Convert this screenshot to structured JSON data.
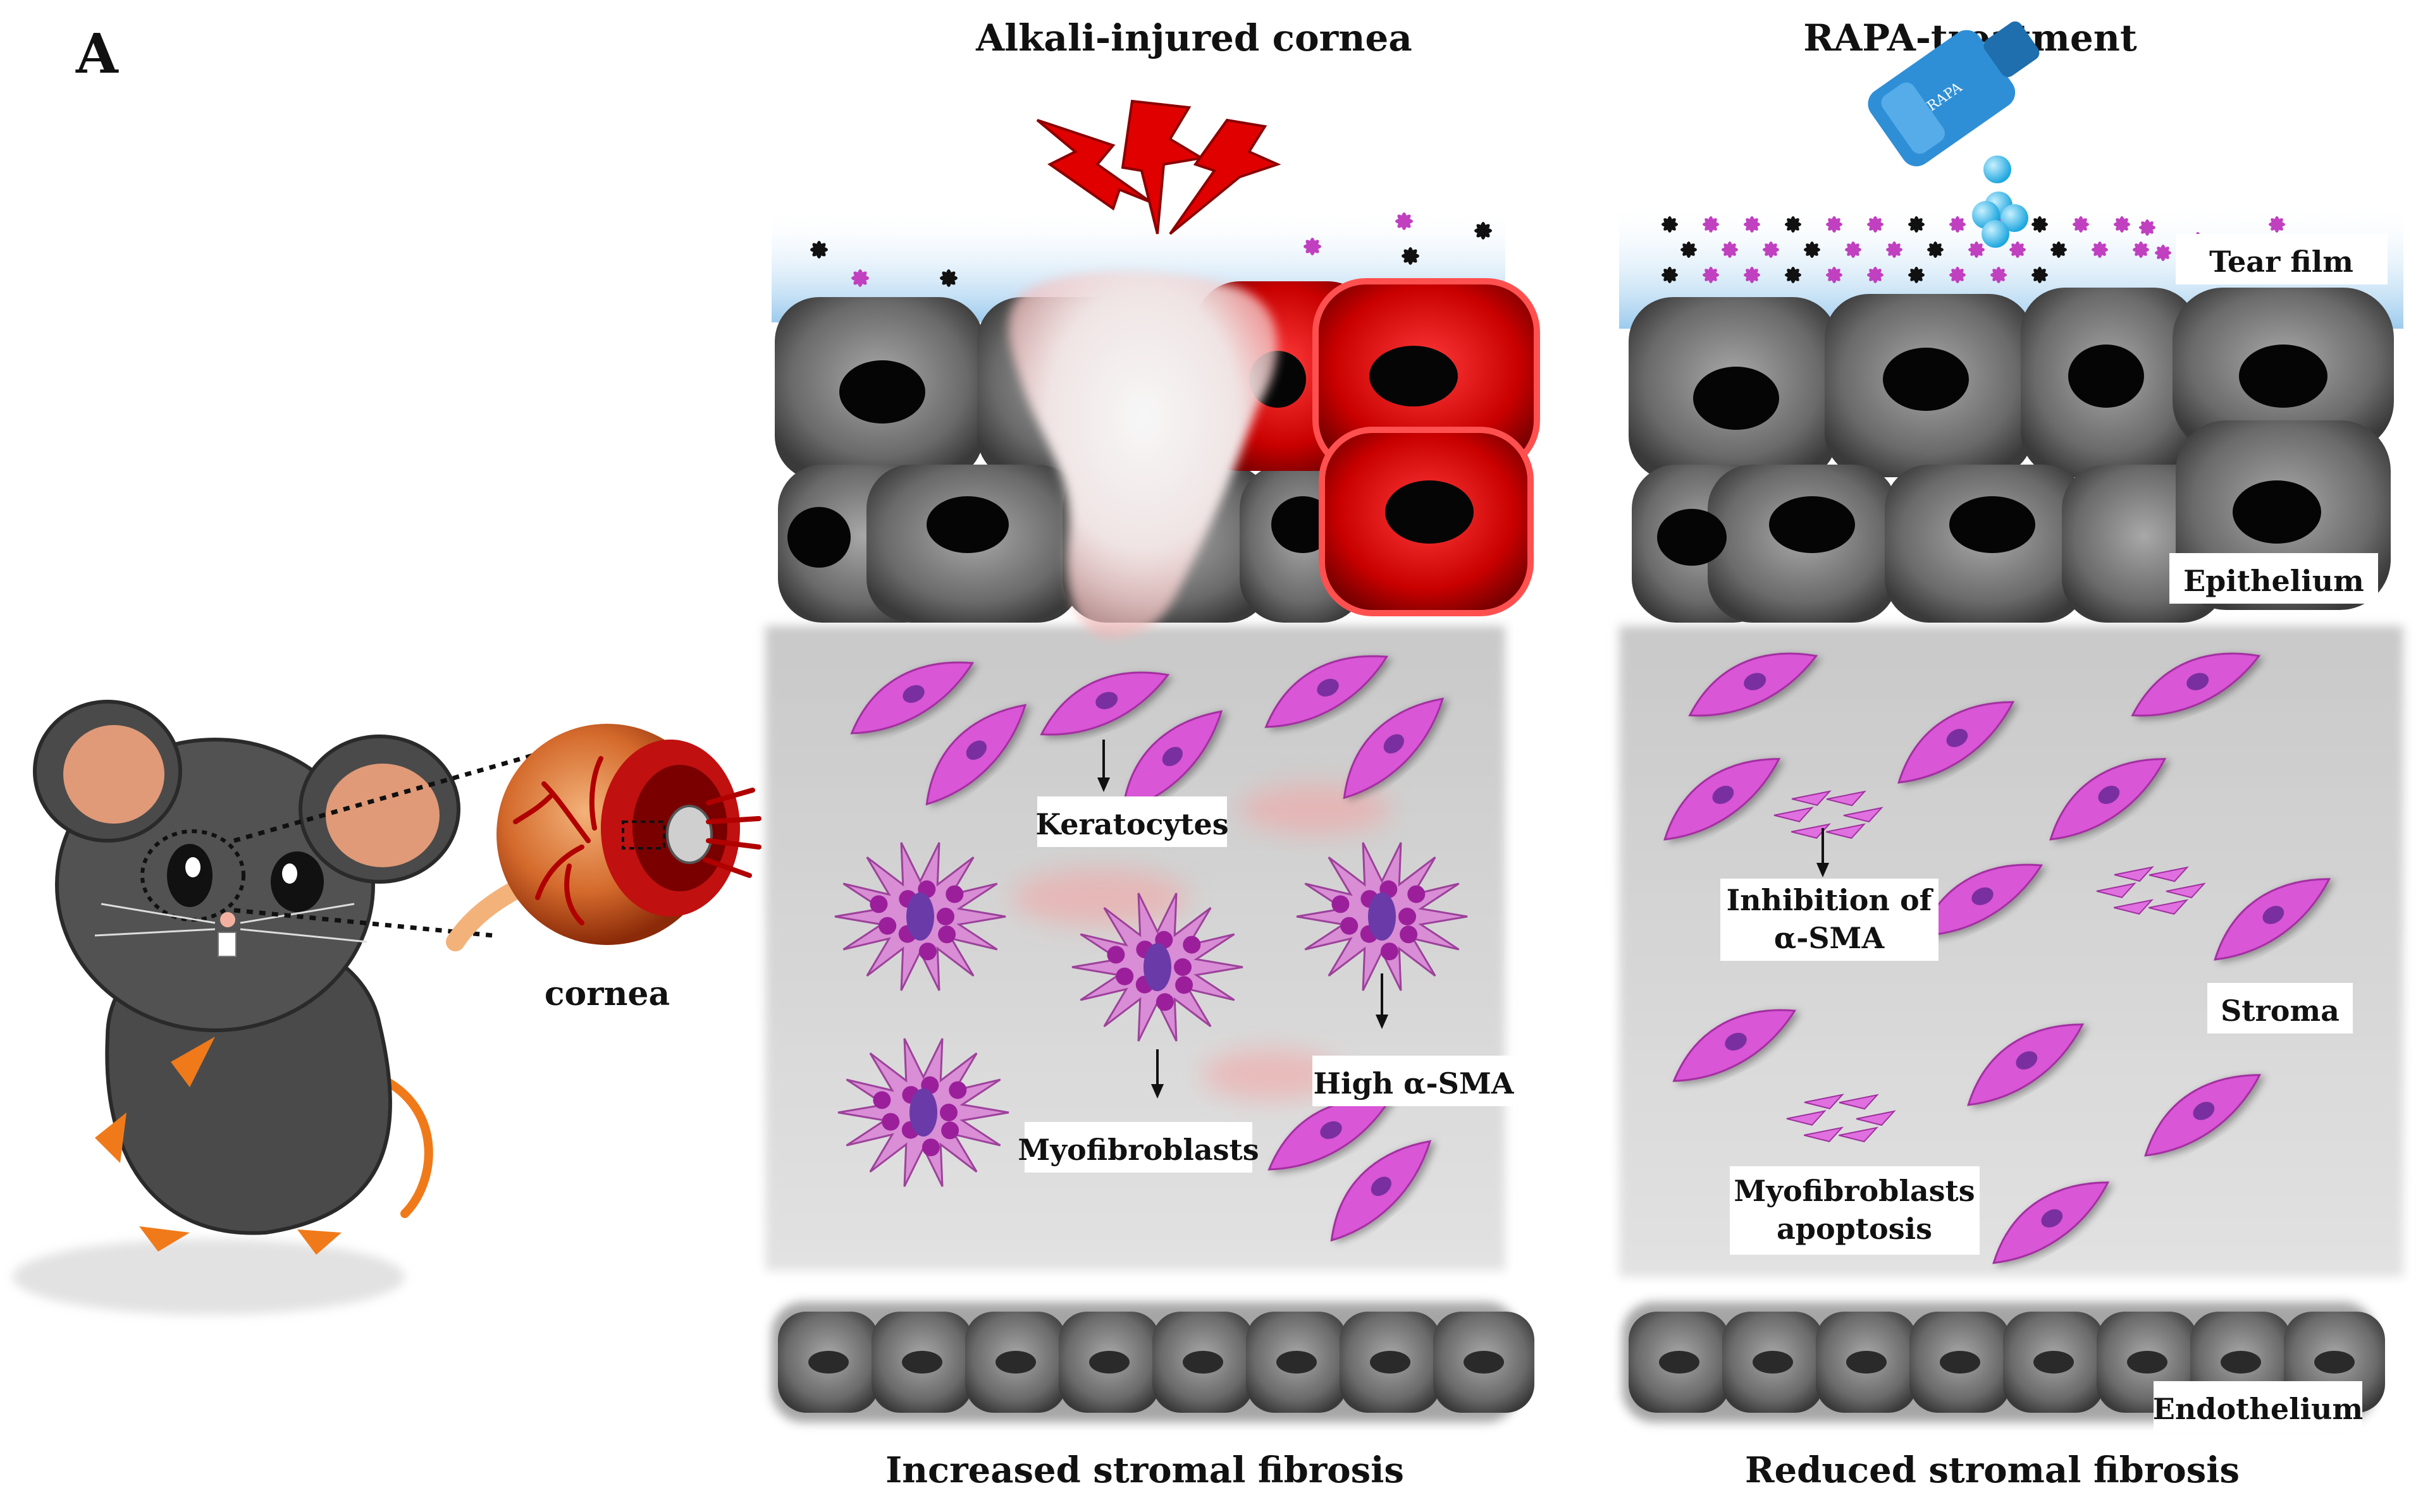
{
  "panel_letter": "A",
  "titles": {
    "injured": "Alkali-injured cornea",
    "treated": "RAPA-treatment"
  },
  "bottle_label": "RAPA",
  "mouse": {
    "cornea_label": "cornea"
  },
  "layers": {
    "tear_film": "Tear film",
    "epithelium": "Epithelium",
    "stroma": "Stroma",
    "endothelium": "Endothelium"
  },
  "left_labels": {
    "keratocytes": "Keratocytes",
    "high_sma": "High α-SMA",
    "myofibroblasts": "Myofibroblasts"
  },
  "right_labels": {
    "inhibition_line1": "Inhibition of",
    "inhibition_line2": "α-SMA",
    "apoptosis_line1": "Myofibroblasts",
    "apoptosis_line2": "apoptosis"
  },
  "captions": {
    "left": "Increased stromal fibrosis",
    "right": "Reduced stromal fibrosis"
  },
  "colors": {
    "cell_gray": "#6e6e6e",
    "nucleus": "#050505",
    "inflamed_red": "#d40000",
    "keratocyte_magenta": "#d957d6",
    "myofibroblast_purple": "#8b2f8f",
    "tear_blue": "#a9d3f0",
    "drop_cyan": "#29b8e8",
    "mouse_gray": "#4a4a4a",
    "mouse_orange": "#f07a1a"
  }
}
